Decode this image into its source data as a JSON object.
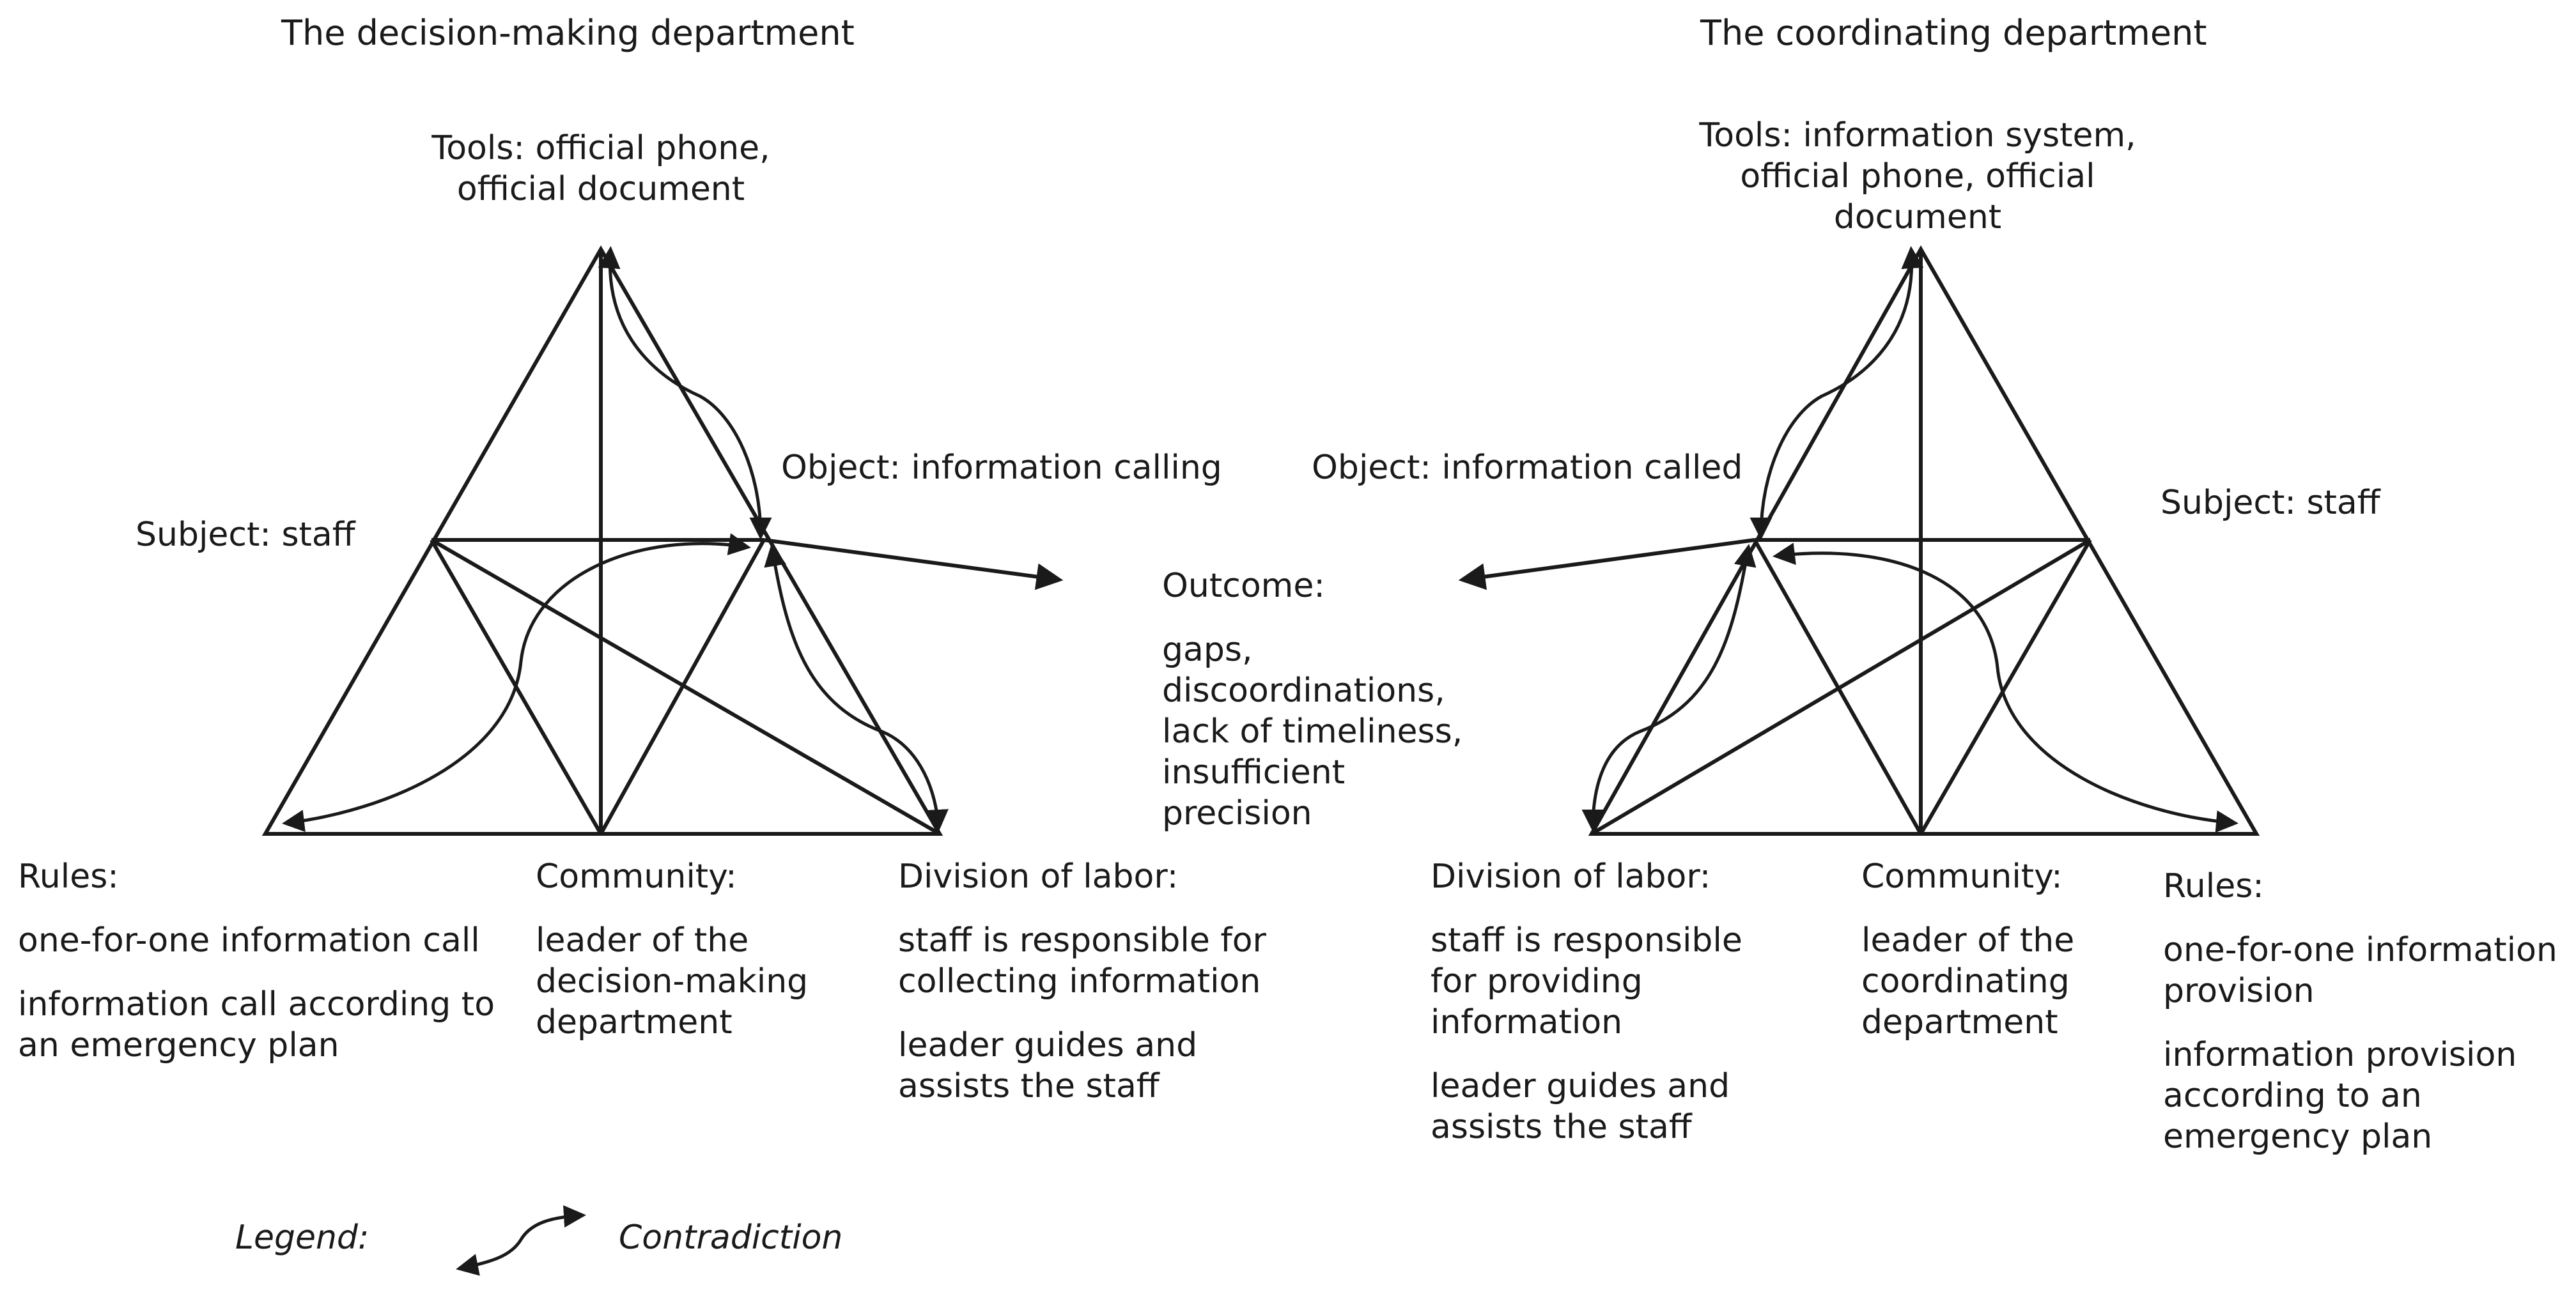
{
  "left_system": {
    "title": "The decision-making department",
    "tools": [
      "Tools: official phone,",
      "official document"
    ],
    "object": "Object: information calling",
    "subject": "Subject: staff",
    "rules_heading": "Rules:",
    "rules_items": [
      [
        "one-for-one information call"
      ],
      [
        "information call according to",
        "an emergency plan"
      ]
    ],
    "community_heading": "Community:",
    "community_text": [
      "leader of the",
      "decision-making",
      "department"
    ],
    "division_heading": "Division of labor:",
    "division_items": [
      [
        "staff is responsible for",
        "collecting information"
      ],
      [
        "leader guides and",
        "assists the staff"
      ]
    ]
  },
  "right_system": {
    "title": "The coordinating department",
    "tools": [
      "Tools: information system,",
      "official phone, official",
      "document"
    ],
    "object": "Object: information called",
    "subject": "Subject: staff",
    "division_heading": "Division of labor:",
    "division_items": [
      [
        "staff is responsible",
        "for providing",
        "information"
      ],
      [
        "leader guides and",
        "assists the staff"
      ]
    ],
    "community_heading": "Community:",
    "community_text": [
      "leader of the",
      "coordinating",
      "department"
    ],
    "rules_heading": "Rules:",
    "rules_items": [
      [
        "one-for-one information",
        "provision"
      ],
      [
        "information provision",
        "according to an",
        "emergency plan"
      ]
    ]
  },
  "outcome": {
    "heading": "Outcome:",
    "lines": [
      "gaps,",
      "discoordinations,",
      "lack of timeliness,",
      "insufficient",
      "precision"
    ]
  },
  "legend": {
    "label": "Legend:",
    "symbol_name": "Contradiction"
  }
}
